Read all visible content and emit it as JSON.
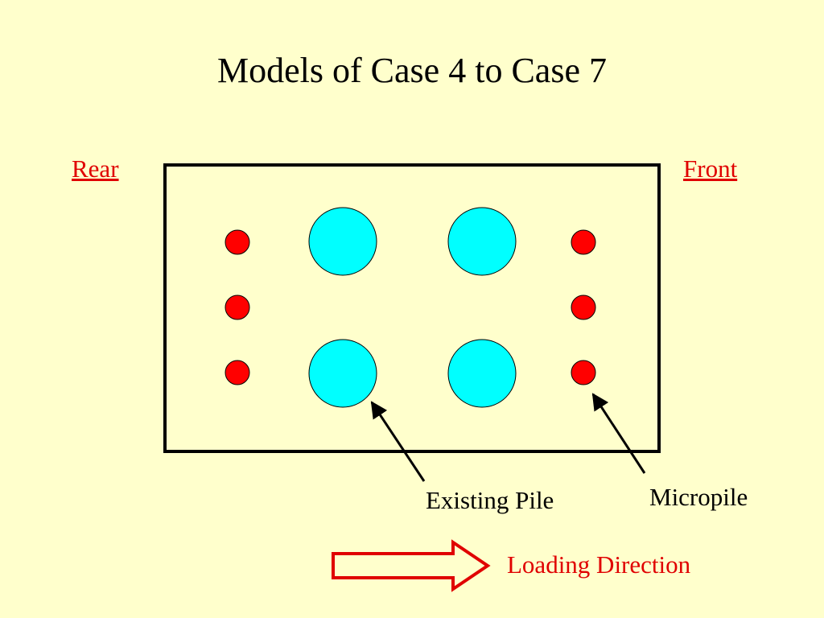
{
  "slide": {
    "title": "Models of Case 4 to Case 7",
    "rear_label": "Rear",
    "front_label": "Front",
    "existing_pile_label": "Existing Pile",
    "micropile_label": "Micropile",
    "loading_direction_label": "Loading Direction"
  },
  "colors": {
    "background": "#ffffcc",
    "existing_pile_fill": "#00ffff",
    "micropile_fill": "#ff0000",
    "label_red": "#e00000",
    "outline": "#000000"
  }
}
